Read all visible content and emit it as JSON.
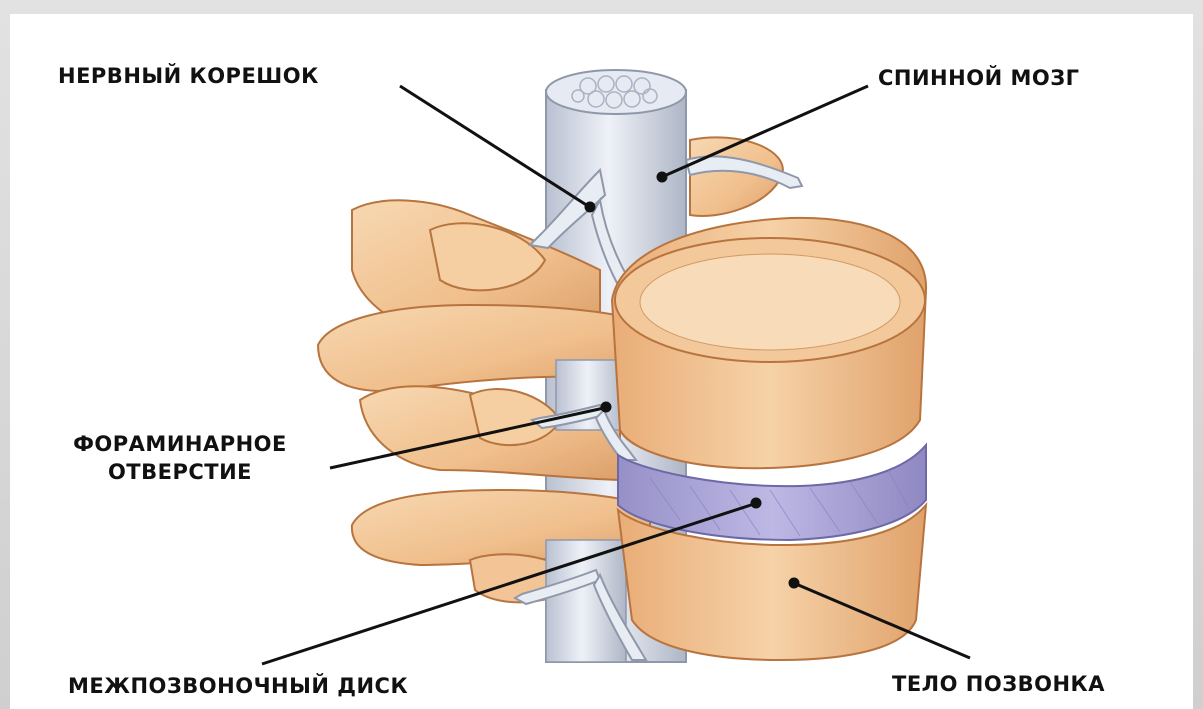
{
  "labels": {
    "nerve_root": "НЕРВНЫЙ КОРЕШОК",
    "spinal_cord": "СПИННОЙ МОЗГ",
    "foramen_line1": "ФОРАМИНАРНОЕ",
    "foramen_line2": "ОТВЕРСТИЕ",
    "disc": "МЕЖПОЗВОНОЧНЫЙ ДИСК",
    "vertebral_body": "ТЕЛО ПОЗВОНКА"
  },
  "colors": {
    "bone": "#f3c99c",
    "bone_shadow": "#d99a66",
    "bone_outline": "#b8743e",
    "disc": "#a7a2d6",
    "cord": "#dde3ee",
    "cord_outline": "#9aa3b4",
    "leader": "#111111"
  }
}
